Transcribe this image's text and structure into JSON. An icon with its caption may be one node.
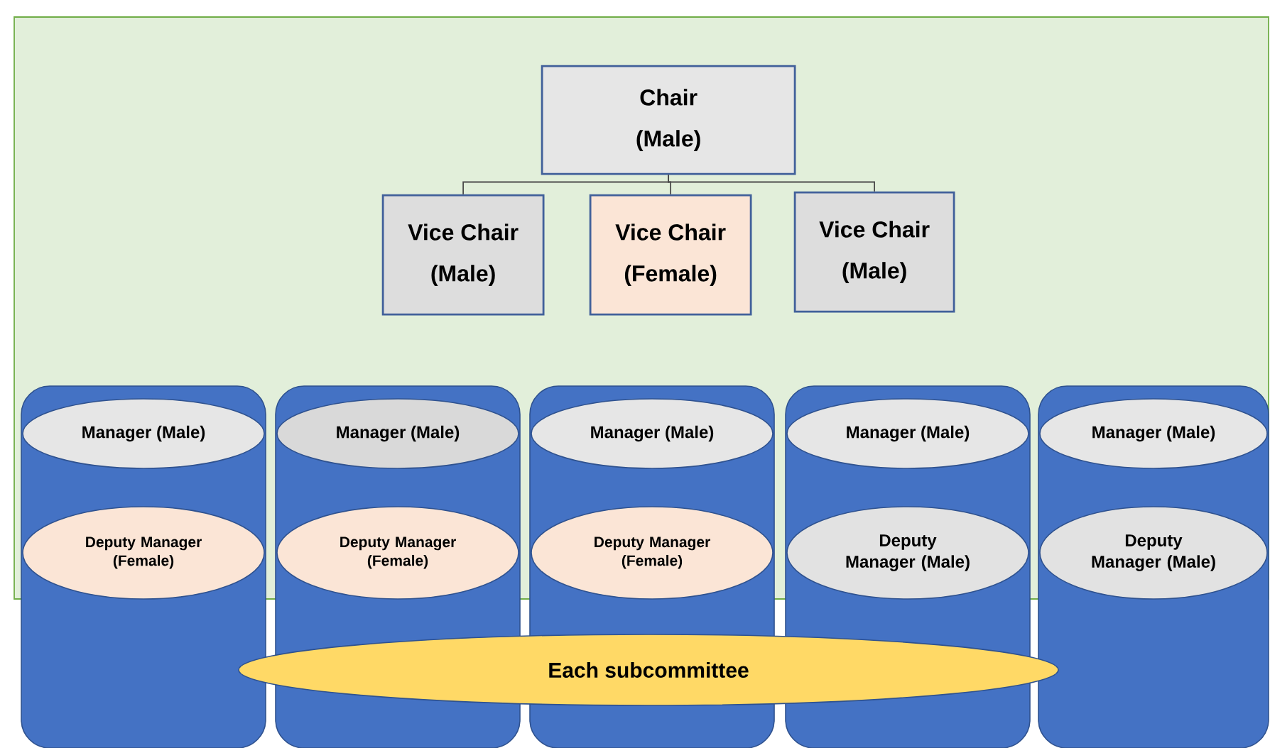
{
  "diagram": {
    "nodes": [
      {
        "text": [],
        "shape": "box"
      },
      {
        "text": [
          "Chair",
          "(Male)"
        ],
        "in": 0
      },
      {
        "text": [
          "Vice Chair",
          "(Male)"
        ],
        "in": 0
      },
      {
        "text": [
          "Vice Chair",
          "(Female)"
        ],
        "in": 0
      },
      {
        "text": [
          "Vice Chair",
          "(Male)"
        ],
        "in": 0
      },
      {
        "text": [],
        "shape": "cylinder"
      },
      {
        "text": [
          "Manager (Male)"
        ]
      },
      {
        "text": [
          "Deputy Manager (Female)"
        ]
      },
      {
        "text": [],
        "shape": "cylinder"
      },
      {
        "text": [
          "Manager (Male)"
        ]
      },
      {
        "text": [
          "Deputy Manager (Female)"
        ]
      },
      {
        "text": [],
        "shape": "cylinder"
      },
      {
        "text": [
          "Manager (Male)"
        ]
      },
      {
        "text": [
          "Deputy Manager (Female)"
        ]
      },
      {
        "text": [],
        "shape": "cylinder"
      },
      {
        "text": [
          "Manager (Male)"
        ]
      },
      {
        "text": [
          "Deputy Manager (Male)"
        ]
      },
      {
        "text": [],
        "shape": "cylinder"
      },
      {
        "text": [
          "Manager (Male)"
        ]
      },
      {
        "text": [
          "Deputy Manager (Male)"
        ]
      },
      {
        "text": [
          "Each subcommittee"
        ]
      }
    ],
    "edges": [
      {
        "from": 1,
        "to": 2,
        "arrow": "none"
      },
      {
        "from": 1,
        "to": 3,
        "arrow": "none"
      },
      {
        "from": 1,
        "to": 4,
        "arrow": "none"
      }
    ]
  }
}
